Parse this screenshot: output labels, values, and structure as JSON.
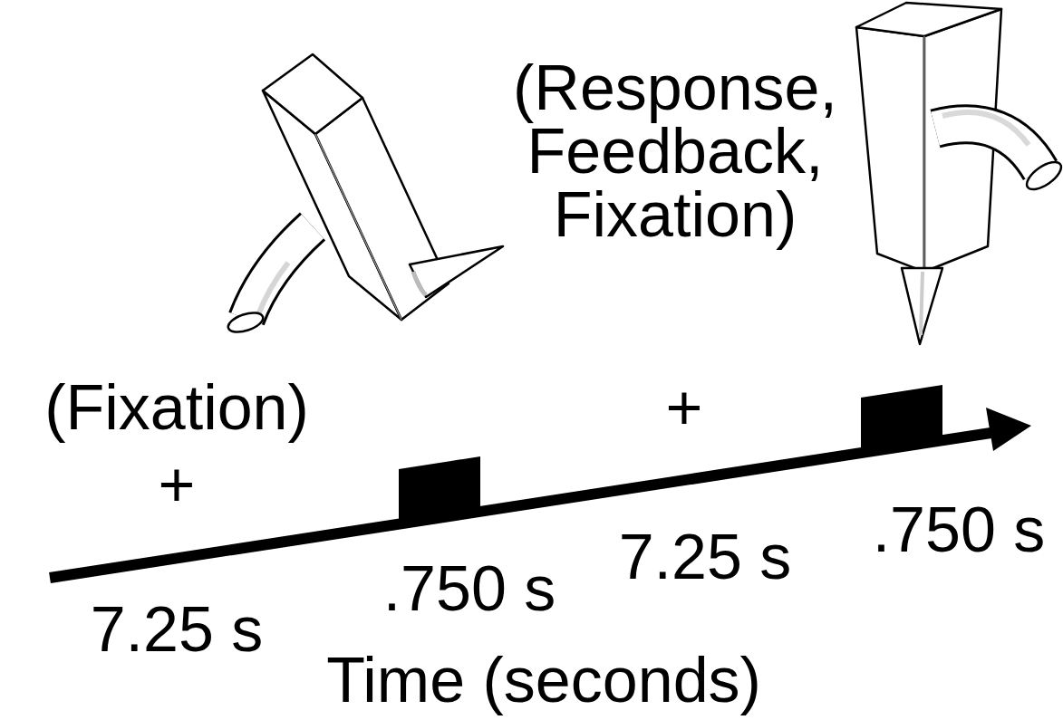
{
  "diagram": {
    "labels": [
      "(Fixation)",
      "+",
      "7.25 s",
      ".750 s",
      "(Response, Feedback, Fixation)",
      "+",
      "7.25 s",
      ".750 s",
      "Time (seconds)"
    ]
  }
}
